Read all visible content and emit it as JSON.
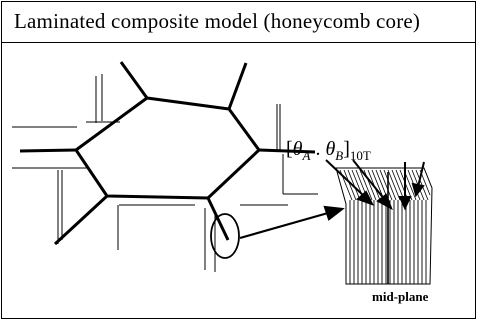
{
  "header": {
    "title": "Laminated composite model (honeycomb core)"
  },
  "diagram": {
    "layup_label": {
      "open": "[",
      "theta_a": "θ",
      "sub_a": "A",
      "sep": " . ",
      "theta_b": "θ",
      "sub_b": "B",
      "close": "]",
      "subscript": "10T"
    },
    "midplane_label": "mid-plane"
  }
}
